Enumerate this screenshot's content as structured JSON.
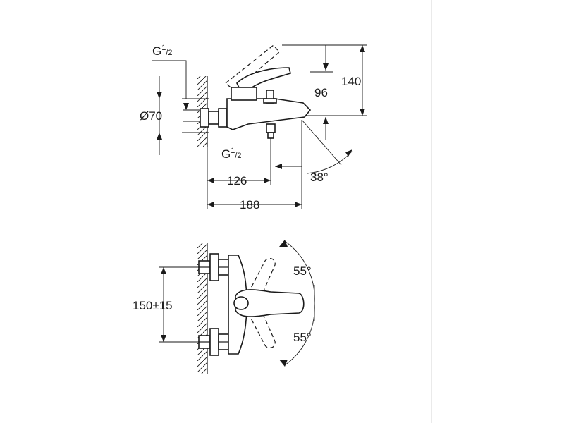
{
  "side_view": {
    "inlet_top": {
      "main": "G",
      "sup": "1",
      "sub": "/2"
    },
    "diameter": "Ø70",
    "height_total": "140",
    "height_spout": "96",
    "outlet_bottom": {
      "main": "G",
      "sup": "1",
      "sub": "/2"
    },
    "depth_outlet": "126",
    "angle": "38°",
    "depth_total": "188"
  },
  "top_view": {
    "angle_up": "55°",
    "angle_down": "55°",
    "connection_spacing": "150±15"
  }
}
